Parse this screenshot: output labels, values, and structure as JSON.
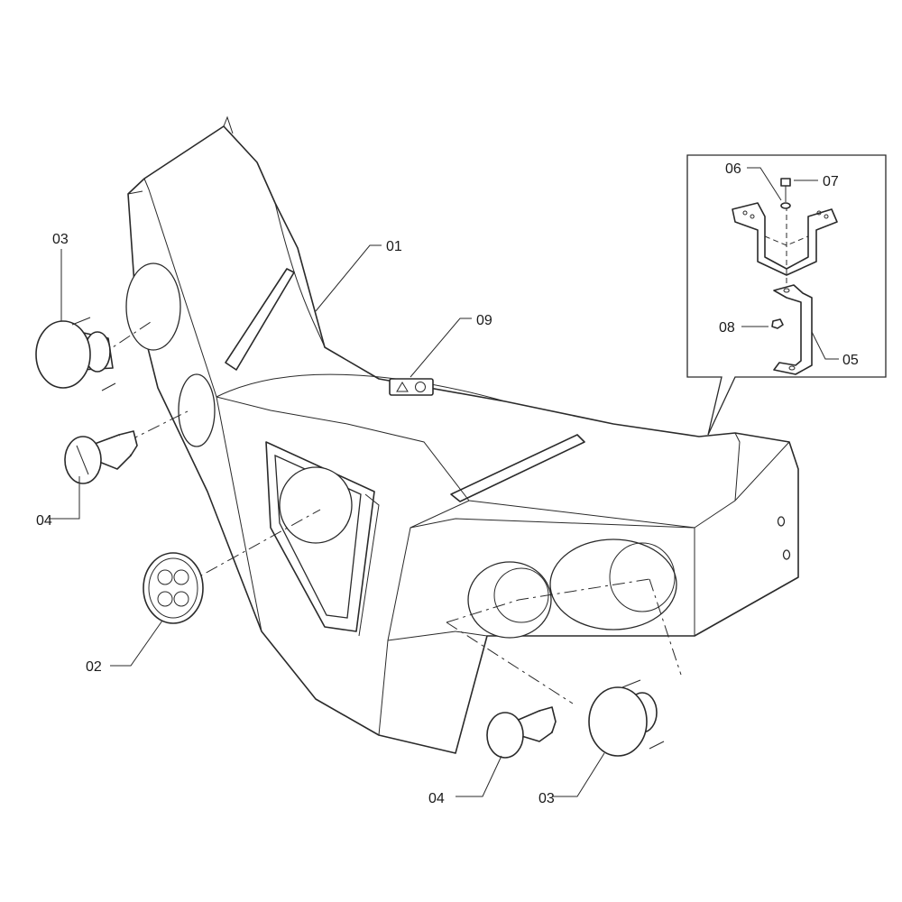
{
  "callouts": {
    "c01": "01",
    "c02": "02",
    "c03_left": "03",
    "c03_bottom": "03",
    "c04_left": "04",
    "c04_bottom": "04",
    "c05": "05",
    "c06": "06",
    "c07": "07",
    "c08": "08",
    "c09": "09"
  },
  "colors": {
    "line": "#2a2a2a",
    "background": "#ffffff"
  }
}
